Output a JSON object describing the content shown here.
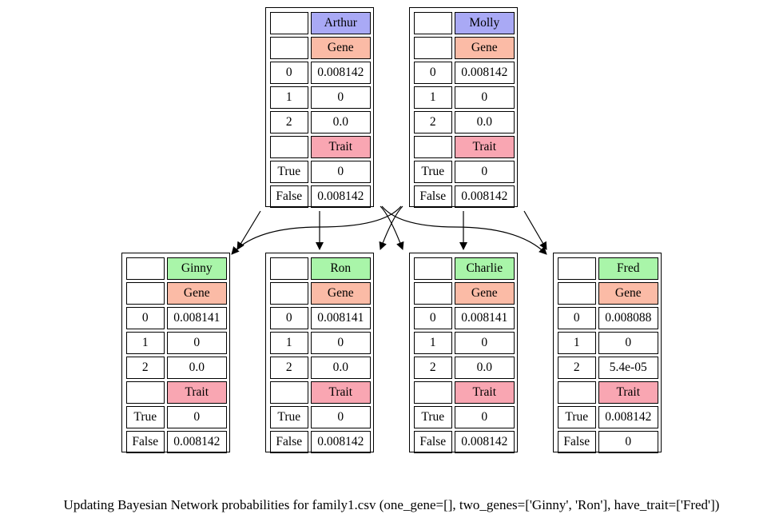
{
  "colors": {
    "parent_header": "#a9a9f5",
    "child_header": "#a9f5a9",
    "gene_header": "#fbbba6",
    "trait_header": "#f9a6b2"
  },
  "nodes": [
    {
      "name": "Arthur",
      "role": "parent",
      "gene_label": "Gene",
      "gene": [
        [
          "0",
          "0.008142"
        ],
        [
          "1",
          "0"
        ],
        [
          "2",
          "0.0"
        ]
      ],
      "trait_label": "Trait",
      "trait": [
        [
          "True",
          "0"
        ],
        [
          "False",
          "0.008142"
        ]
      ]
    },
    {
      "name": "Molly",
      "role": "parent",
      "gene_label": "Gene",
      "gene": [
        [
          "0",
          "0.008142"
        ],
        [
          "1",
          "0"
        ],
        [
          "2",
          "0.0"
        ]
      ],
      "trait_label": "Trait",
      "trait": [
        [
          "True",
          "0"
        ],
        [
          "False",
          "0.008142"
        ]
      ]
    },
    {
      "name": "Ginny",
      "role": "child",
      "gene_label": "Gene",
      "gene": [
        [
          "0",
          "0.008141"
        ],
        [
          "1",
          "0"
        ],
        [
          "2",
          "0.0"
        ]
      ],
      "trait_label": "Trait",
      "trait": [
        [
          "True",
          "0"
        ],
        [
          "False",
          "0.008142"
        ]
      ]
    },
    {
      "name": "Ron",
      "role": "child",
      "gene_label": "Gene",
      "gene": [
        [
          "0",
          "0.008141"
        ],
        [
          "1",
          "0"
        ],
        [
          "2",
          "0.0"
        ]
      ],
      "trait_label": "Trait",
      "trait": [
        [
          "True",
          "0"
        ],
        [
          "False",
          "0.008142"
        ]
      ]
    },
    {
      "name": "Charlie",
      "role": "child",
      "gene_label": "Gene",
      "gene": [
        [
          "0",
          "0.008141"
        ],
        [
          "1",
          "0"
        ],
        [
          "2",
          "0.0"
        ]
      ],
      "trait_label": "Trait",
      "trait": [
        [
          "True",
          "0"
        ],
        [
          "False",
          "0.008142"
        ]
      ]
    },
    {
      "name": "Fred",
      "role": "child",
      "gene_label": "Gene",
      "gene": [
        [
          "0",
          "0.008088"
        ],
        [
          "1",
          "0"
        ],
        [
          "2",
          "5.4e-05"
        ]
      ],
      "trait_label": "Trait",
      "trait": [
        [
          "True",
          "0.008142"
        ],
        [
          "False",
          "0"
        ]
      ]
    }
  ],
  "edges": [
    {
      "from": "Arthur",
      "to": "Ginny"
    },
    {
      "from": "Arthur",
      "to": "Ron"
    },
    {
      "from": "Arthur",
      "to": "Charlie"
    },
    {
      "from": "Arthur",
      "to": "Fred"
    },
    {
      "from": "Molly",
      "to": "Ginny"
    },
    {
      "from": "Molly",
      "to": "Ron"
    },
    {
      "from": "Molly",
      "to": "Charlie"
    },
    {
      "from": "Molly",
      "to": "Fred"
    }
  ],
  "caption": "Updating Bayesian Network probabilities for family1.csv (one_gene=[], two_genes=['Ginny', 'Ron'], have_trait=['Fred'])"
}
